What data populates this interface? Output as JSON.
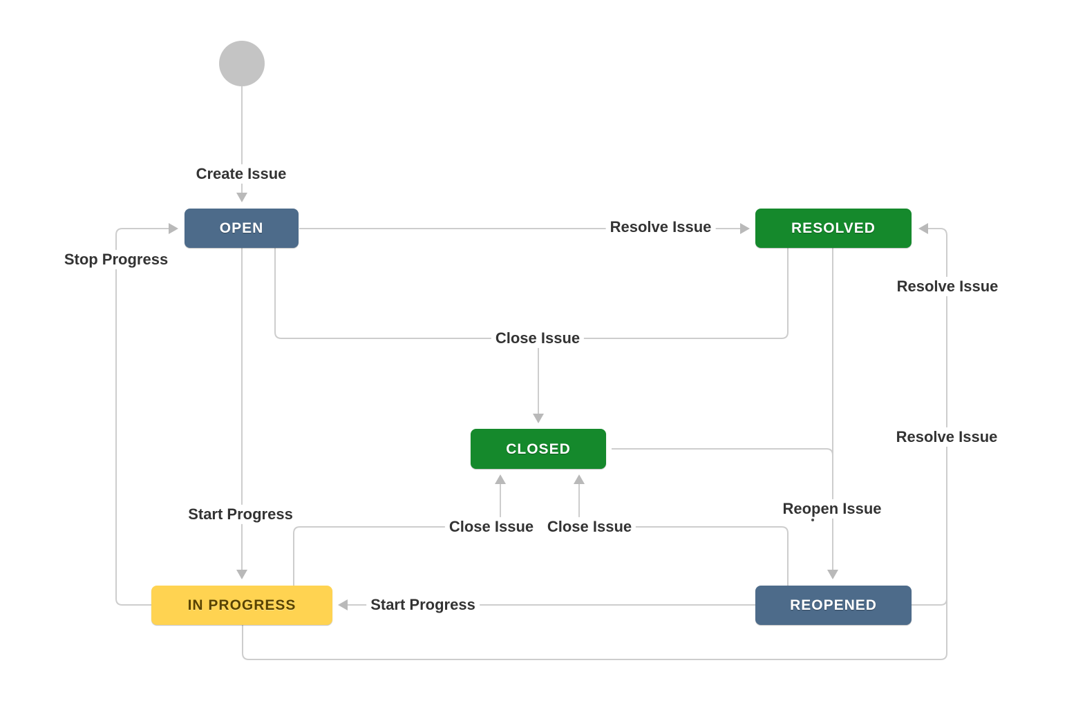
{
  "workflow": {
    "nodes": {
      "open": {
        "label": "OPEN",
        "color": "#4d6b8a"
      },
      "resolved": {
        "label": "RESOLVED",
        "color": "#15892c"
      },
      "closed": {
        "label": "CLOSED",
        "color": "#15892c"
      },
      "in_progress": {
        "label": "IN PROGRESS",
        "color": "#ffd351"
      },
      "reopened": {
        "label": "REOPENED",
        "color": "#4d6b8a"
      }
    },
    "transitions": {
      "create": {
        "label": "Create Issue",
        "from": "start",
        "to": "OPEN"
      },
      "resolve_open": {
        "label": "Resolve Issue",
        "from": "OPEN",
        "to": "RESOLVED"
      },
      "stop_progress": {
        "label": "Stop Progress",
        "from": "IN PROGRESS",
        "to": "OPEN"
      },
      "close_merged": {
        "label": "Close Issue",
        "from": "OPEN / RESOLVED",
        "to": "CLOSED"
      },
      "start_progress_open": {
        "label": "Start Progress",
        "from": "OPEN",
        "to": "IN PROGRESS"
      },
      "close_inprogress": {
        "label": "Close Issue",
        "from": "IN PROGRESS",
        "to": "CLOSED"
      },
      "close_reopened": {
        "label": "Close Issue",
        "from": "REOPENED",
        "to": "CLOSED"
      },
      "reopen": {
        "label": "Reopen Issue",
        "from": "RESOLVED / CLOSED",
        "to": "REOPENED"
      },
      "start_progress_reopened": {
        "label": "Start Progress",
        "from": "REOPENED",
        "to": "IN PROGRESS"
      },
      "resolve_reopened": {
        "label": "Resolve Issue",
        "from": "REOPENED",
        "to": "RESOLVED"
      },
      "resolve_inprogress": {
        "label": "Resolve Issue",
        "from": "IN PROGRESS",
        "to": "RESOLVED"
      }
    },
    "colors": {
      "node_blue": "#4d6b8a",
      "node_green": "#15892c",
      "node_yellow": "#ffd351",
      "yellow_text": "#594300",
      "start_circle": "#c4c4c4",
      "connector_line": "#cdcdcd",
      "arrowhead": "#b9b9b9",
      "label_text": "#333333"
    }
  }
}
